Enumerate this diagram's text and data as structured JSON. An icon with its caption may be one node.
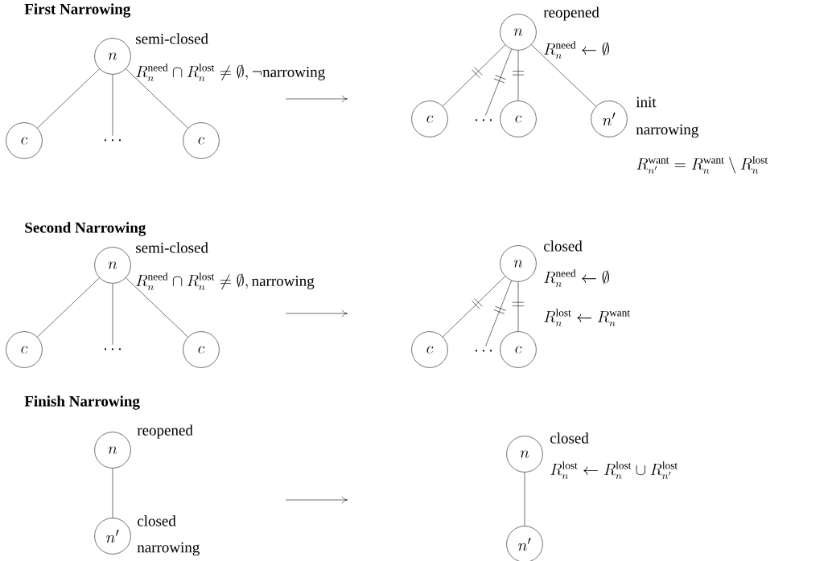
{
  "diagram": {
    "nodes": [
      {
        "text": [
          "n"
        ],
        "beside": [
          "semi-closed",
          "R_n^{\\mathrm{need}} \\cap R_n^{\\mathrm{lost}} \\neq \\emptyset, \\neg\\mathrm{narrowing}"
        ]
      },
      {
        "text": [
          "c"
        ]
      },
      {
        "text": [
          "\\cdots"
        ]
      },
      {
        "text": [
          "c"
        ]
      },
      {
        "text": [
          "n"
        ],
        "beside": [
          "reopened",
          "R_n^{\\mathrm{need}} \\leftarrow \\emptyset"
        ]
      },
      {
        "text": [
          "c"
        ]
      },
      {
        "text": [
          "\\cdots"
        ]
      },
      {
        "text": [
          "c"
        ]
      },
      {
        "text": [
          "n'"
        ],
        "beside": [
          "init",
          "narrowing",
          "R_{n'}^{\\mathrm{want}} = R_n^{\\mathrm{want}} \\setminus R_n^{\\mathrm{lost}}"
        ]
      },
      {
        "text": [
          "n"
        ],
        "beside": [
          "semi-closed",
          "R_n^{\\mathrm{need}} \\cap R_n^{\\mathrm{lost}} \\neq \\emptyset, \\mathrm{narrowing}"
        ]
      },
      {
        "text": [
          "c"
        ]
      },
      {
        "text": [
          "\\cdots"
        ]
      },
      {
        "text": [
          "c"
        ]
      },
      {
        "text": [
          "n"
        ],
        "beside": [
          "closed",
          "R_n^{\\mathrm{need}} \\leftarrow \\emptyset"
        ]
      },
      {
        "text": [
          "c"
        ]
      },
      {
        "text": [
          "\\cdots"
        ]
      },
      {
        "text": [
          "c"
        ]
      },
      {
        "text": [
          "n"
        ],
        "beside": [
          "reopened"
        ]
      },
      {
        "text": [
          "n'"
        ],
        "beside": [
          "closed",
          "narrowing"
        ]
      },
      {
        "text": [
          "n"
        ],
        "beside": [
          "closed",
          "R_n^{\\mathrm{lost}} \\leftarrow R_n^{\\mathrm{lost}} \\cup R_{n'}^{\\mathrm{lost}}"
        ]
      },
      {
        "text": [
          "n'"
        ]
      }
    ],
    "edges": [
      {
        "from": 0,
        "to": 1,
        "arrow": "none"
      },
      {
        "from": 0,
        "to": 2,
        "arrow": "none"
      },
      {
        "from": 0,
        "to": 3,
        "arrow": "none"
      },
      {
        "from": 4,
        "to": 5,
        "arrow": "none"
      },
      {
        "from": 4,
        "to": 6,
        "arrow": "none"
      },
      {
        "from": 4,
        "to": 7,
        "arrow": "none"
      },
      {
        "from": 4,
        "to": 8,
        "arrow": "none"
      },
      {
        "from": 9,
        "to": 10,
        "arrow": "none"
      },
      {
        "from": 9,
        "to": 11,
        "arrow": "none"
      },
      {
        "from": 9,
        "to": 12,
        "arrow": "none"
      },
      {
        "from": 13,
        "to": 14,
        "arrow": "none"
      },
      {
        "from": 13,
        "to": 15,
        "arrow": "none"
      },
      {
        "from": 13,
        "to": 16,
        "arrow": "none"
      },
      {
        "from": 17,
        "to": 18,
        "arrow": "none"
      },
      {
        "from": 19,
        "to": 20,
        "arrow": "none"
      }
    ],
    "labels": [
      "First Narrowing",
      "Second Narrowing",
      "R_n^{\\mathrm{lost}} \\leftarrow R_n^{\\mathrm{want}}",
      "Finish Narrowing"
    ]
  }
}
